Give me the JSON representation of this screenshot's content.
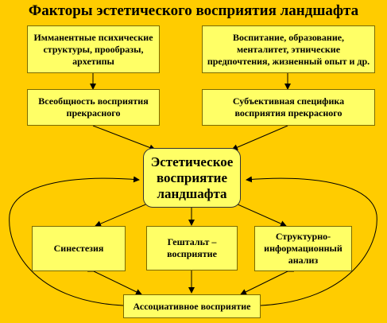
{
  "title": "Факторы эстетического восприятия ландшафта",
  "boxes": {
    "immanent": "Имманентные психические\nструктуры, прообразы,\nархетипы",
    "upbringing": "Воспитание, образование,\nменталитет, этнические\nпредпочтения, жизненный опыт и др.",
    "universality": "Всеобщность восприятия\nпрекрасного",
    "subjective": "Субъективная специфика\nвосприятия прекрасного",
    "aesthetic": "Эстетическое\nвосприятие\nландшафта",
    "synesthesia": "Синестезия",
    "gestalt": "Гештальт –\nвосприятие",
    "structural": "Структурно-\nинформационный\nанализ",
    "associative": "Ассоциативное восприятие"
  },
  "colors": {
    "background": "#ffcc00",
    "box_fill": "#ffff66",
    "line": "#000000"
  }
}
